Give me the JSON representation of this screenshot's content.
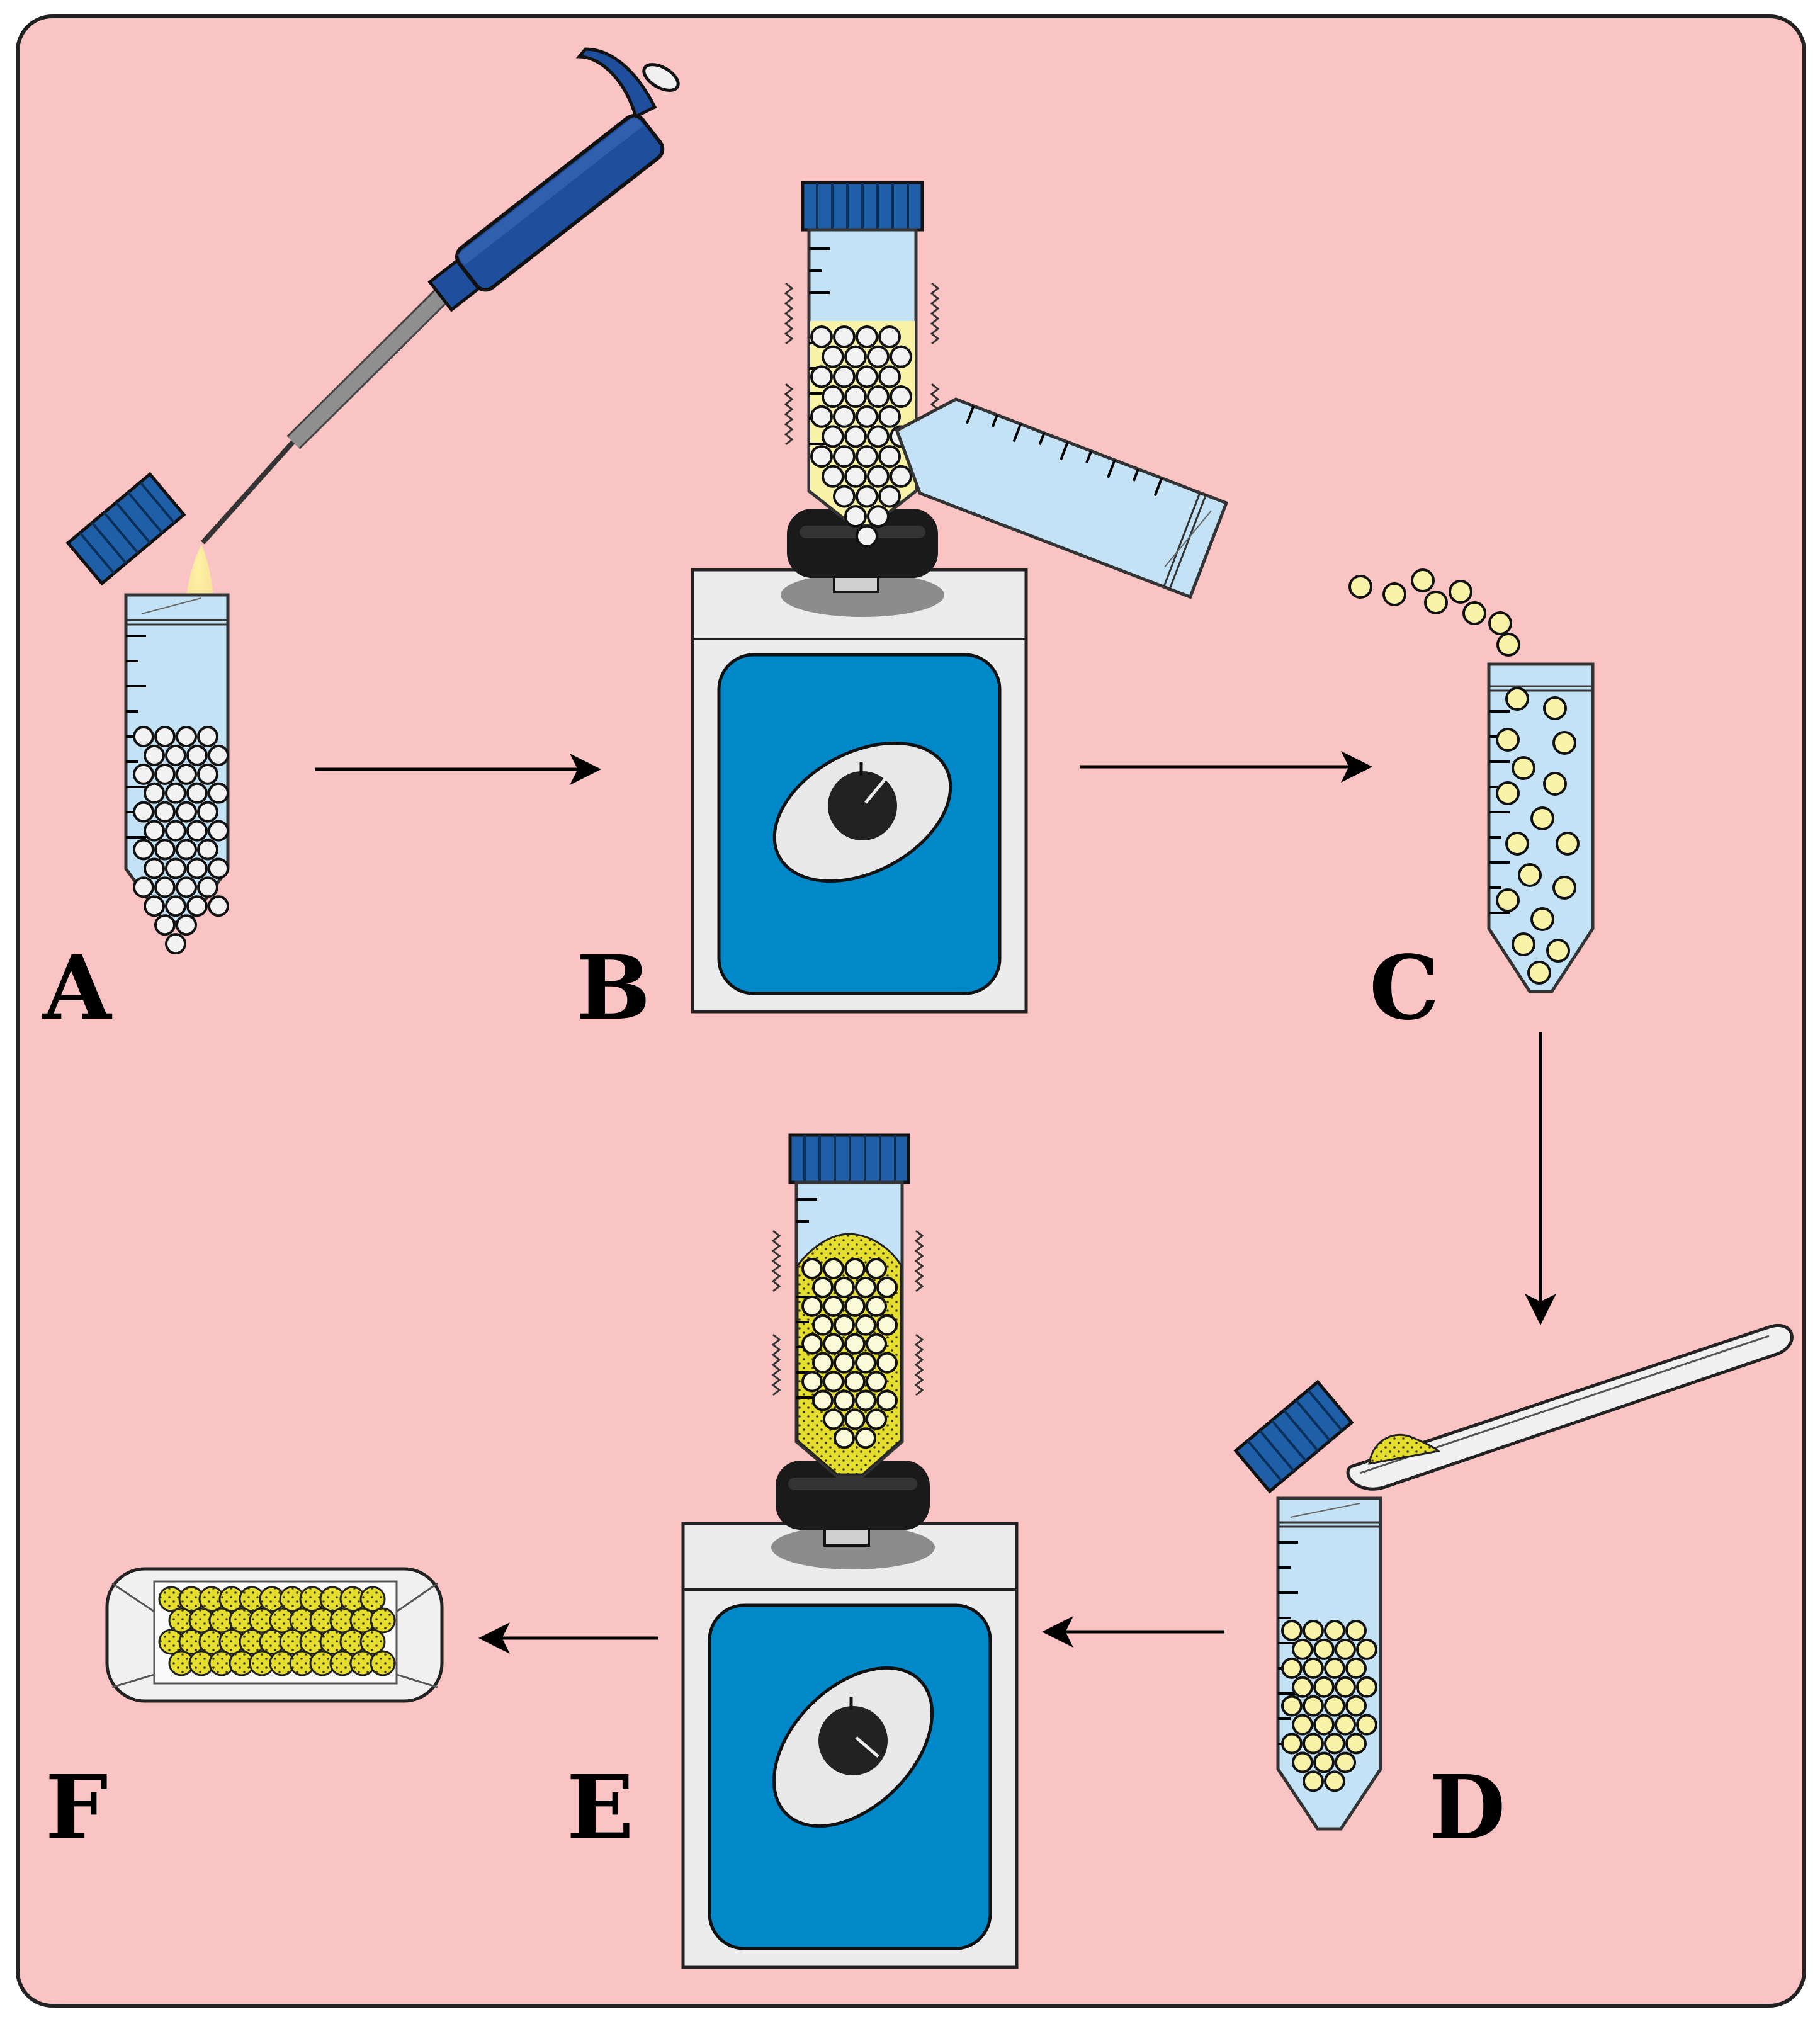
{
  "steps": [
    {
      "id": "A",
      "label": "A"
    },
    {
      "id": "B",
      "label": "B"
    },
    {
      "id": "C",
      "label": "C"
    },
    {
      "id": "D",
      "label": "D"
    },
    {
      "id": "E",
      "label": "E"
    },
    {
      "id": "F",
      "label": "F"
    }
  ],
  "colors": {
    "background": "#fac4c4",
    "cap_blue": "#1f5fa8",
    "liquid_blue": "#c3e2f5",
    "machine_blue": "#0088c8",
    "machine_grey": "#ececec",
    "yellow_liquid": "#f8f3a6",
    "yellow_bead": "#f8f3a6",
    "coated": "#e6de2f",
    "dark": "#1a1a1a",
    "pipette_blue": "#1e4e9c",
    "pipette_shaft": "#8f8f8f"
  },
  "icons": {
    "pipette": "pipette-icon",
    "tube": "falcon-tube-icon",
    "vortex": "vortex-mixer-icon",
    "spatula": "spatula-icon",
    "tray": "weighing-boat-icon",
    "arrow": "arrow-icon"
  }
}
